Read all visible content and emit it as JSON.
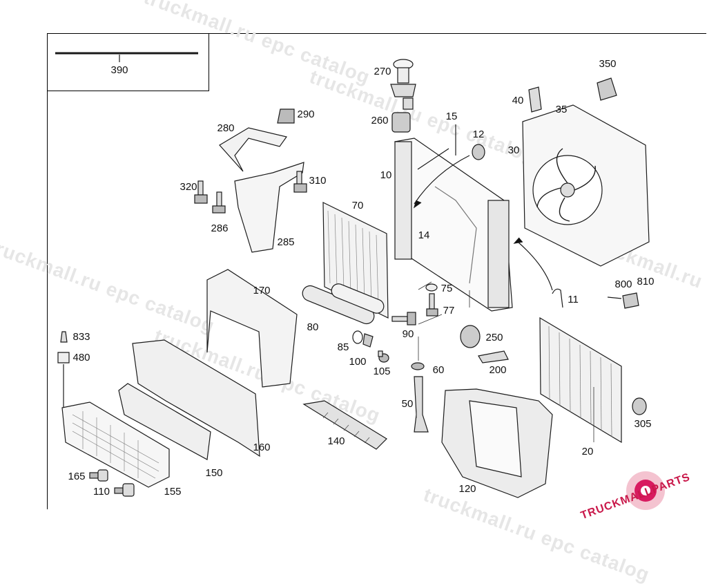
{
  "watermark": "truckmall.ru epc catalog",
  "brand": {
    "text": "TRUCKMALLPARTS",
    "color": "#c9184a"
  },
  "inset_label": "390",
  "labels": {
    "l270": "270",
    "l350": "350",
    "l290": "290",
    "l40": "40",
    "l35": "35",
    "l15": "15",
    "l260": "260",
    "l280": "280",
    "l12": "12",
    "l30": "30",
    "l10": "10",
    "l320": "320",
    "l310": "310",
    "l70": "70",
    "l286": "286",
    "l14": "14",
    "l285": "285",
    "l800": "800",
    "l810": "810",
    "l170": "170",
    "l75": "75",
    "l11": "11",
    "l77": "77",
    "l80": "80",
    "l833": "833",
    "l90": "90",
    "l250": "250",
    "l85": "85",
    "l480": "480",
    "l100": "100",
    "l200": "200",
    "l105": "105",
    "l60": "60",
    "l50": "50",
    "l305": "305",
    "l140": "140",
    "l160": "160",
    "l20": "20",
    "l165": "165",
    "l150": "150",
    "l110": "110",
    "l155": "155",
    "l120": "120"
  }
}
